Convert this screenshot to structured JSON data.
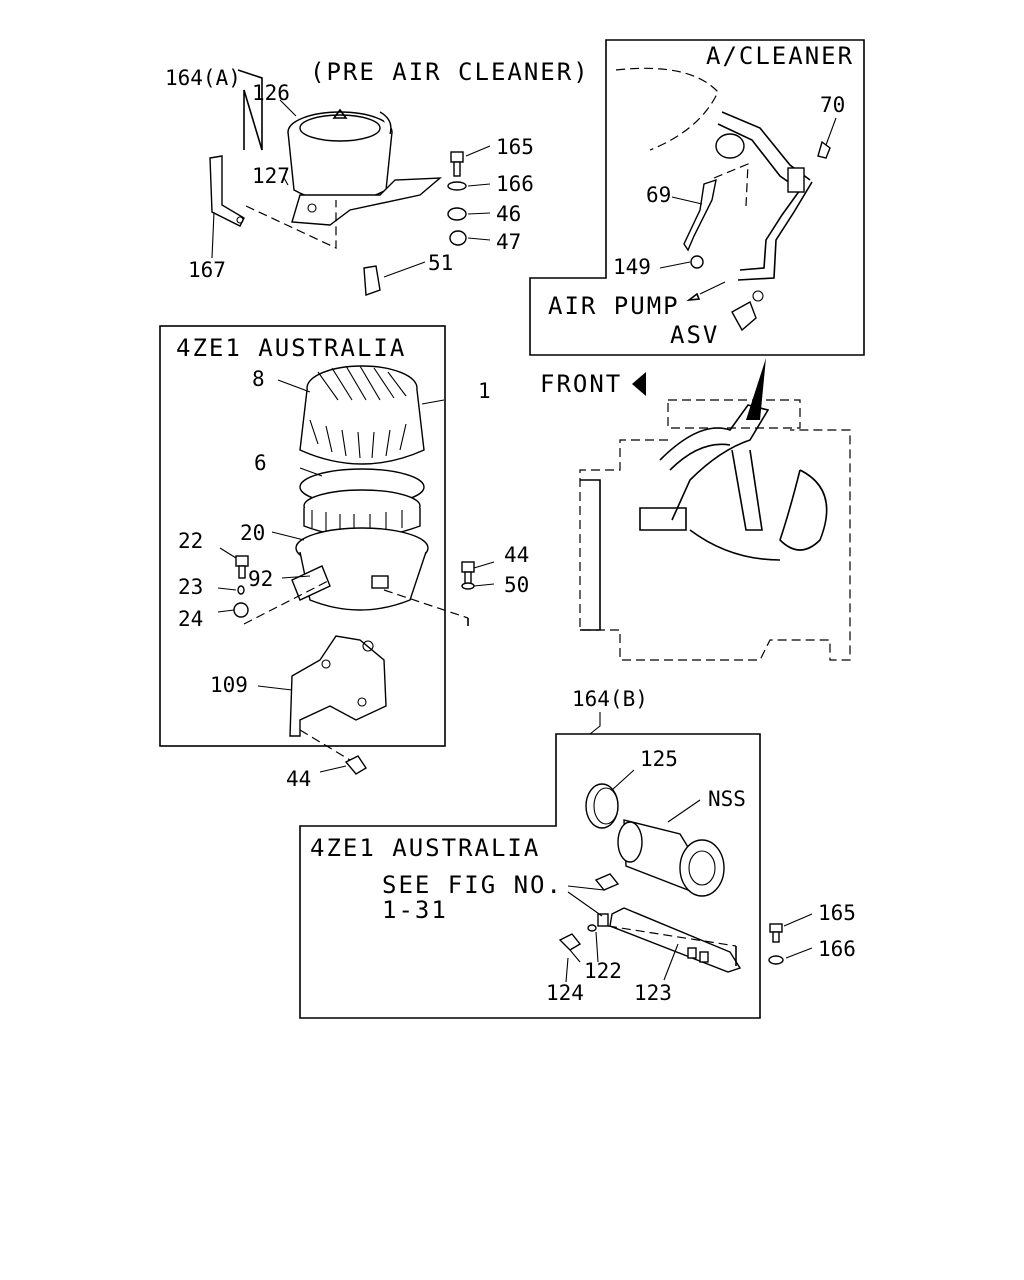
{
  "pre_air_cleaner": {
    "title": "(PRE AIR CLEANER)",
    "callouts": [
      "164(A)",
      "126",
      "127",
      "167",
      "165",
      "166",
      "46",
      "47",
      "51"
    ]
  },
  "a_cleaner_box": {
    "title": "A/CLEANER",
    "callouts": [
      "70",
      "69",
      "149"
    ],
    "air_pump_label": "AIR PUMP",
    "asv_label": "ASV"
  },
  "front_label": "FRONT",
  "australia_box_1": {
    "title": "4ZE1 AUSTRALIA",
    "callouts": [
      "8",
      "1",
      "6",
      "20",
      "22",
      "23",
      "92",
      "24",
      "44",
      "50",
      "109"
    ]
  },
  "outside_callouts": [
    "44"
  ],
  "australia_box_2": {
    "group_label": "164(B)",
    "title": "4ZE1 AUSTRALIA",
    "see_fig_line1": "SEE FIG NO.",
    "see_fig_line2": "1-31",
    "callouts": [
      "125",
      "NSS",
      "165",
      "166",
      "124",
      "122",
      "123"
    ]
  }
}
